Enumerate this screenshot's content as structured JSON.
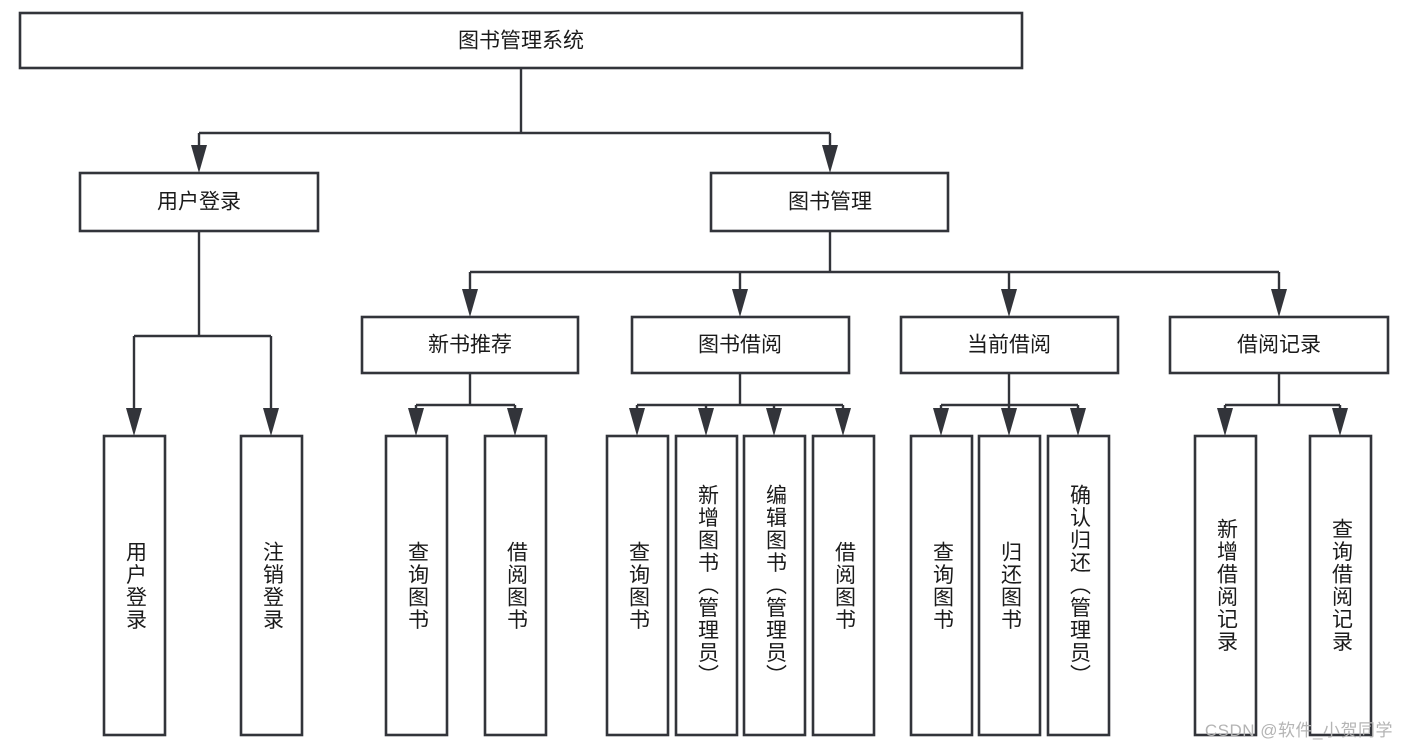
{
  "diagram": {
    "title": "图书管理系统",
    "type": "tree",
    "orientation": "top-down",
    "root": {
      "id": "root",
      "label": "图书管理系统",
      "level": 0
    },
    "level1": [
      {
        "id": "user-login",
        "label": "用户登录"
      },
      {
        "id": "book-manage",
        "label": "图书管理"
      }
    ],
    "level2": [
      {
        "id": "new-book-rec",
        "label": "新书推荐",
        "parent": "book-manage"
      },
      {
        "id": "book-borrow",
        "label": "图书借阅",
        "parent": "book-manage"
      },
      {
        "id": "current-borrow",
        "label": "当前借阅",
        "parent": "book-manage"
      },
      {
        "id": "borrow-record",
        "label": "借阅记录",
        "parent": "book-manage"
      }
    ],
    "leaves": [
      {
        "id": "leaf-user-login",
        "label": "用户登录",
        "parent": "user-login"
      },
      {
        "id": "leaf-logout",
        "label": "注销登录",
        "parent": "user-login"
      },
      {
        "id": "leaf-query-book-1",
        "label": "查询图书",
        "parent": "new-book-rec"
      },
      {
        "id": "leaf-borrow-book-1",
        "label": "借阅图书",
        "parent": "new-book-rec"
      },
      {
        "id": "leaf-query-book-2",
        "label": "查询图书",
        "parent": "book-borrow"
      },
      {
        "id": "leaf-add-book",
        "label": "新增图书（管理员）",
        "parent": "book-borrow"
      },
      {
        "id": "leaf-edit-book",
        "label": "编辑图书（管理员）",
        "parent": "book-borrow"
      },
      {
        "id": "leaf-borrow-book-2",
        "label": "借阅图书",
        "parent": "book-borrow"
      },
      {
        "id": "leaf-query-book-3",
        "label": "查询图书",
        "parent": "current-borrow"
      },
      {
        "id": "leaf-return-book",
        "label": "归还图书",
        "parent": "current-borrow"
      },
      {
        "id": "leaf-confirm-return",
        "label": "确认归还（管理员）",
        "parent": "current-borrow"
      },
      {
        "id": "leaf-add-record",
        "label": "新增借阅记录",
        "parent": "borrow-record"
      },
      {
        "id": "leaf-query-record",
        "label": "查询借阅记录",
        "parent": "borrow-record"
      }
    ],
    "colors": {
      "box_stroke": "#32343a",
      "box_fill": "#ffffff",
      "text": "#1b1b1b",
      "edge": "#32343a",
      "watermark": "#b4b4b4",
      "background": "#ffffff"
    }
  },
  "watermark": {
    "text": "CSDN @软件_小贺同学"
  }
}
